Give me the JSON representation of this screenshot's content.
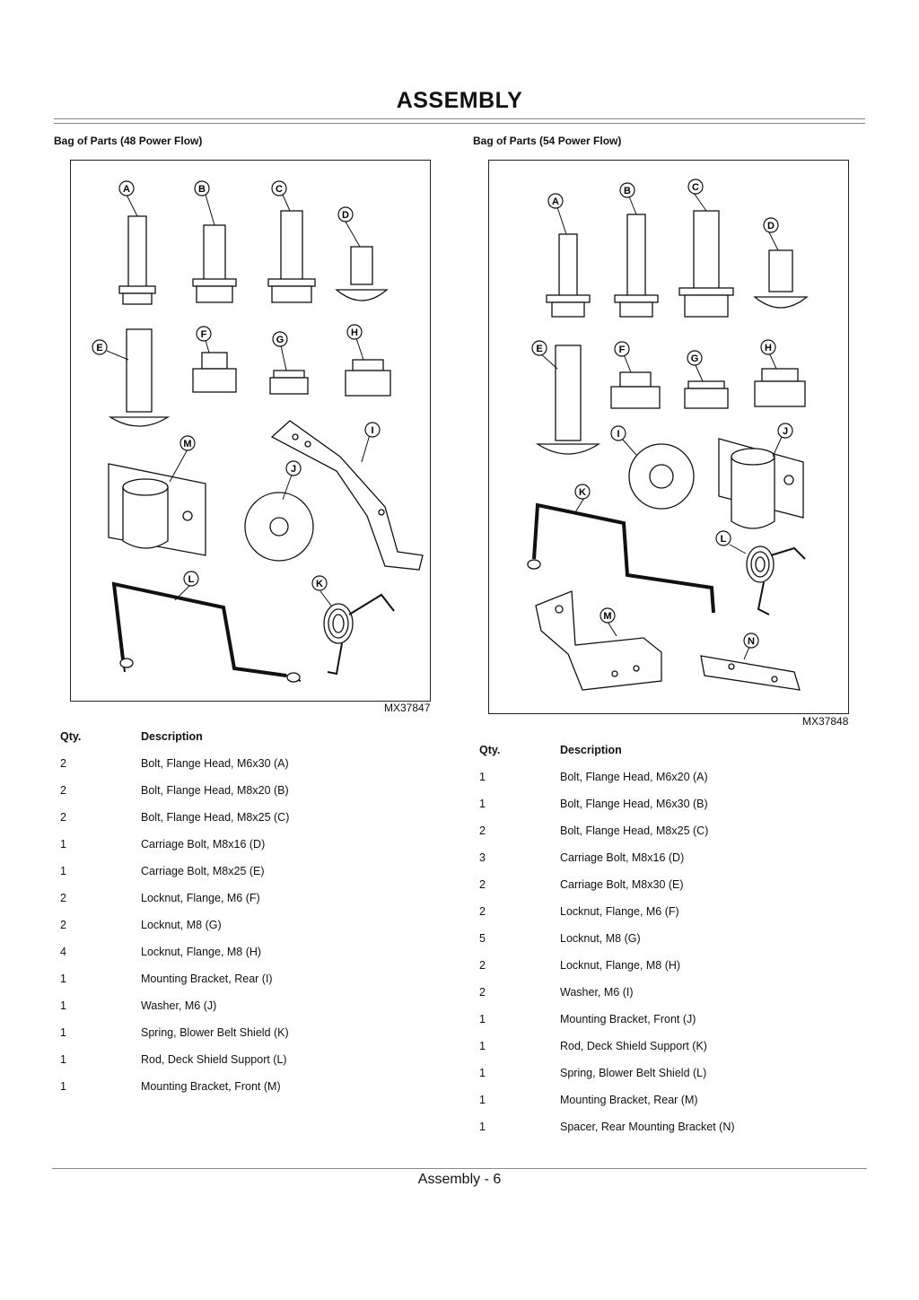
{
  "page": {
    "title": "ASSEMBLY",
    "footer": "Assembly - 6"
  },
  "left": {
    "heading": "Bag of Parts (48 Power Flow)",
    "figure_code": "MX37847",
    "col_qty": "Qty.",
    "col_desc": "Description",
    "items": [
      {
        "qty": "2",
        "desc": "Bolt, Flange Head, M6x30 (A)"
      },
      {
        "qty": "2",
        "desc": "Bolt, Flange Head, M8x20 (B)"
      },
      {
        "qty": "2",
        "desc": "Bolt, Flange Head, M8x25 (C)"
      },
      {
        "qty": "1",
        "desc": "Carriage Bolt, M8x16 (D)"
      },
      {
        "qty": "1",
        "desc": "Carriage Bolt, M8x25 (E)"
      },
      {
        "qty": "2",
        "desc": "Locknut, Flange, M6 (F)"
      },
      {
        "qty": "2",
        "desc": "Locknut, M8 (G)"
      },
      {
        "qty": "4",
        "desc": "Locknut, Flange, M8 (H)"
      },
      {
        "qty": "1",
        "desc": "Mounting Bracket, Rear (I)"
      },
      {
        "qty": "1",
        "desc": "Washer, M6 (J)"
      },
      {
        "qty": "1",
        "desc": "Spring, Blower Belt Shield (K)"
      },
      {
        "qty": "1",
        "desc": "Rod, Deck Shield Support (L)"
      },
      {
        "qty": "1",
        "desc": "Mounting Bracket, Front (M)"
      }
    ],
    "callouts": [
      "A",
      "B",
      "C",
      "D",
      "E",
      "F",
      "G",
      "H",
      "I",
      "J",
      "K",
      "L",
      "M"
    ]
  },
  "right": {
    "heading": "Bag of Parts (54 Power Flow)",
    "figure_code": "MX37848",
    "col_qty": "Qty.",
    "col_desc": "Description",
    "items": [
      {
        "qty": "1",
        "desc": "Bolt, Flange Head, M6x20 (A)"
      },
      {
        "qty": "1",
        "desc": "Bolt, Flange Head, M6x30 (B)"
      },
      {
        "qty": "2",
        "desc": "Bolt, Flange Head, M8x25 (C)"
      },
      {
        "qty": "3",
        "desc": "Carriage Bolt, M8x16 (D)"
      },
      {
        "qty": "2",
        "desc": "Carriage Bolt, M8x30 (E)"
      },
      {
        "qty": "2",
        "desc": "Locknut, Flange, M6 (F)"
      },
      {
        "qty": "5",
        "desc": "Locknut, M8 (G)"
      },
      {
        "qty": "2",
        "desc": "Locknut, Flange, M8 (H)"
      },
      {
        "qty": "2",
        "desc": "Washer, M6 (I)"
      },
      {
        "qty": "1",
        "desc": "Mounting Bracket, Front (J)"
      },
      {
        "qty": "1",
        "desc": "Rod, Deck Shield Support (K)"
      },
      {
        "qty": "1",
        "desc": "Spring, Blower Belt Shield (L)"
      },
      {
        "qty": "1",
        "desc": "Mounting Bracket, Rear (M)"
      },
      {
        "qty": "1",
        "desc": "Spacer, Rear Mounting Bracket (N)"
      }
    ],
    "callouts": [
      "A",
      "B",
      "C",
      "D",
      "E",
      "F",
      "G",
      "H",
      "I",
      "J",
      "K",
      "L",
      "M",
      "N"
    ]
  }
}
